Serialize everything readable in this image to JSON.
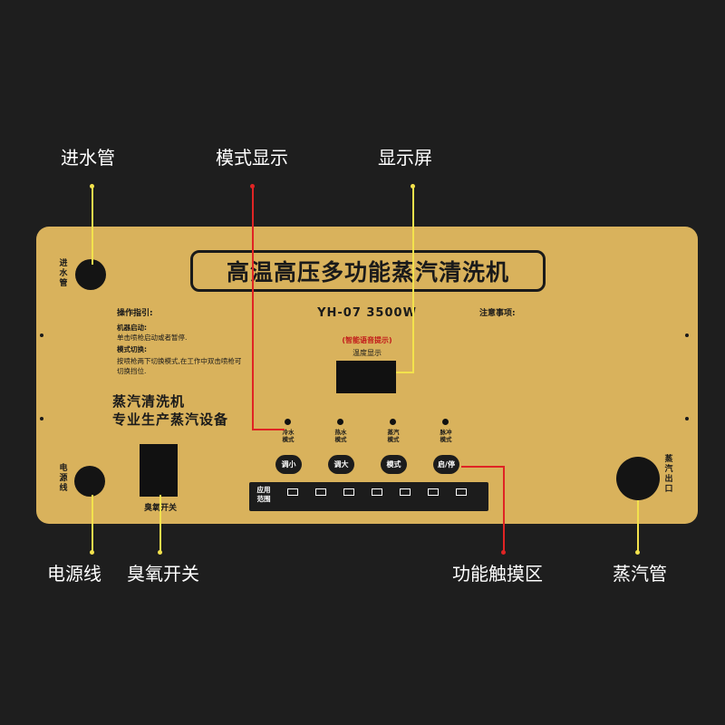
{
  "callouts": {
    "water_inlet": "进水管",
    "mode_display": "模式显示",
    "display_screen": "显示屏",
    "power_cord": "电源线",
    "ozone_switch": "臭氧开关",
    "touch_area": "功能触摸区",
    "steam_pipe": "蒸汽管"
  },
  "panel": {
    "title": "高温高压多功能蒸汽清洗机",
    "model": "YH-07 3500W",
    "voice_hint": "(智能语音提示)",
    "temp_label": "温度显示",
    "inlet_label": "进水管",
    "power_label": "电源线",
    "steam_label": "蒸汽出口",
    "brand_line1": "蒸汽清洗机",
    "brand_line2": "专业生产蒸汽设备",
    "ozone_label": "臭氧开关",
    "guide": {
      "title": "操作指引:",
      "lines": [
        "机器启动:",
        "单击喷枪启动或者暂停.",
        "模式切换:",
        "按喷枪两下切换模式,在工作中双击喷枪可",
        "切换挡位."
      ]
    },
    "notes": {
      "title": "注意事项:",
      "body": ""
    },
    "modes": [
      "冷水\n模式",
      "热水\n模式",
      "蒸汽\n模式",
      "脉冲\n模式"
    ],
    "keys": [
      "调小",
      "调大",
      "模式",
      "启/停"
    ],
    "usage": {
      "title": "应用\n范围",
      "items": [
        "",
        "",
        "",
        "",
        "",
        "",
        ""
      ]
    }
  },
  "colors": {
    "background": "#1e1e1e",
    "panel": "#d9b25c",
    "callout_yellow": "#f3e24c",
    "callout_red": "#e02424",
    "callout_text": "#ffffff"
  }
}
